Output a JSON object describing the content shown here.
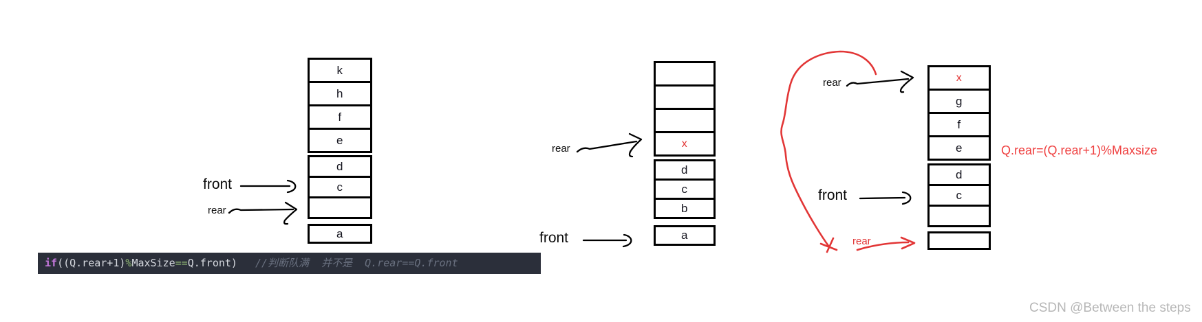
{
  "queues": [
    {
      "name": "queue-state-initial",
      "groups": [
        [
          "k",
          "h",
          "f",
          "e"
        ],
        [
          "d",
          "c",
          ""
        ],
        [
          "a"
        ]
      ],
      "pointers": [
        {
          "label": "front",
          "points_to": "c"
        },
        {
          "label": "rear",
          "points_to": "empty-cell-below-c"
        }
      ]
    },
    {
      "name": "queue-state-full-check",
      "groups": [
        [
          "",
          "",
          "",
          "x"
        ],
        [
          "d",
          "c",
          "b"
        ],
        [
          "a"
        ]
      ],
      "pointers": [
        {
          "label": "rear",
          "points_to": "x"
        },
        {
          "label": "front",
          "points_to": "a"
        }
      ]
    },
    {
      "name": "queue-state-wrap-around",
      "groups": [
        [
          "x",
          "g",
          "f",
          "e"
        ],
        [
          "d",
          "c",
          ""
        ],
        [
          ""
        ]
      ],
      "pointers": [
        {
          "label": "rear",
          "points_to": "x"
        },
        {
          "label": "front",
          "points_to": "c"
        },
        {
          "label": "rear",
          "points_to": "bottom-empty-cell",
          "color": "red",
          "style": "wrap-around-curve"
        }
      ]
    }
  ],
  "labels": {
    "left_front": "front",
    "left_rear": "rear",
    "mid_rear": "rear",
    "mid_front": "front",
    "right_rear": "rear",
    "right_front": "front",
    "wrap_rear": "rear",
    "equation": "Q.rear=(Q.rear+1)%Maxsize"
  },
  "code": {
    "tokens": [
      {
        "text": "if",
        "role": "keyword"
      },
      {
        "text": "((Q.rear+1)",
        "role": "plain"
      },
      {
        "text": "%",
        "role": "operator"
      },
      {
        "text": "MaxSize",
        "role": "plain"
      },
      {
        "text": "==",
        "role": "operator"
      },
      {
        "text": "Q.front)",
        "role": "plain"
      },
      {
        "text": "//判断队满  并不是  Q.rear==Q.front",
        "role": "comment"
      }
    ]
  },
  "watermark": "CSDN @Between the steps",
  "colors": {
    "red_annotation": "#e23636",
    "equation_red": "#ef4040",
    "code_background": "#2b2f3a",
    "code_keyword": "#c678dd",
    "code_operator": "#98c379",
    "code_plain": "#d7dae0",
    "code_comment": "#6a7180",
    "watermark_gray": "#b7b7b7"
  }
}
